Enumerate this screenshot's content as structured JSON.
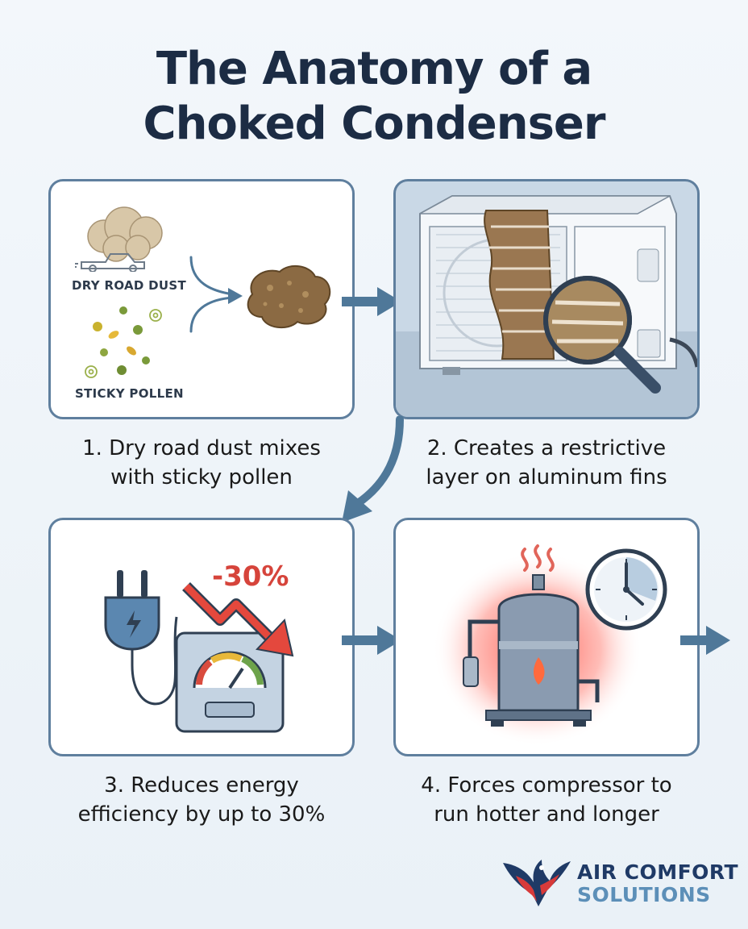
{
  "title": {
    "line1": "The Anatomy of a",
    "line2": "Choked Condenser"
  },
  "panels": {
    "p1": {
      "label_dust": "DRY ROAD DUST",
      "label_pollen": "STICKY POLLEN"
    },
    "p3": {
      "reduction_label": "-30%"
    }
  },
  "captions": {
    "c1": {
      "line1": "1. Dry road dust mixes",
      "line2": "with sticky pollen"
    },
    "c2": {
      "line1": "2. Creates a restrictive",
      "line2": "layer on aluminum fins"
    },
    "c3": {
      "line1": "3. Reduces energy",
      "line2": "efficiency by up to 30%"
    },
    "c4": {
      "line1": "4. Forces compressor to",
      "line2": "run hotter and longer"
    }
  },
  "logo": {
    "line1": "AIR COMFORT",
    "line2": "SOLUTIONS"
  },
  "colors": {
    "panel_border": "#5f7f9e",
    "arrow": "#4f7899",
    "heat_red": "#e8423a",
    "dust_brown": "#8b6a43",
    "logo_navy": "#1f3a66",
    "logo_blue": "#5c8fb8"
  }
}
